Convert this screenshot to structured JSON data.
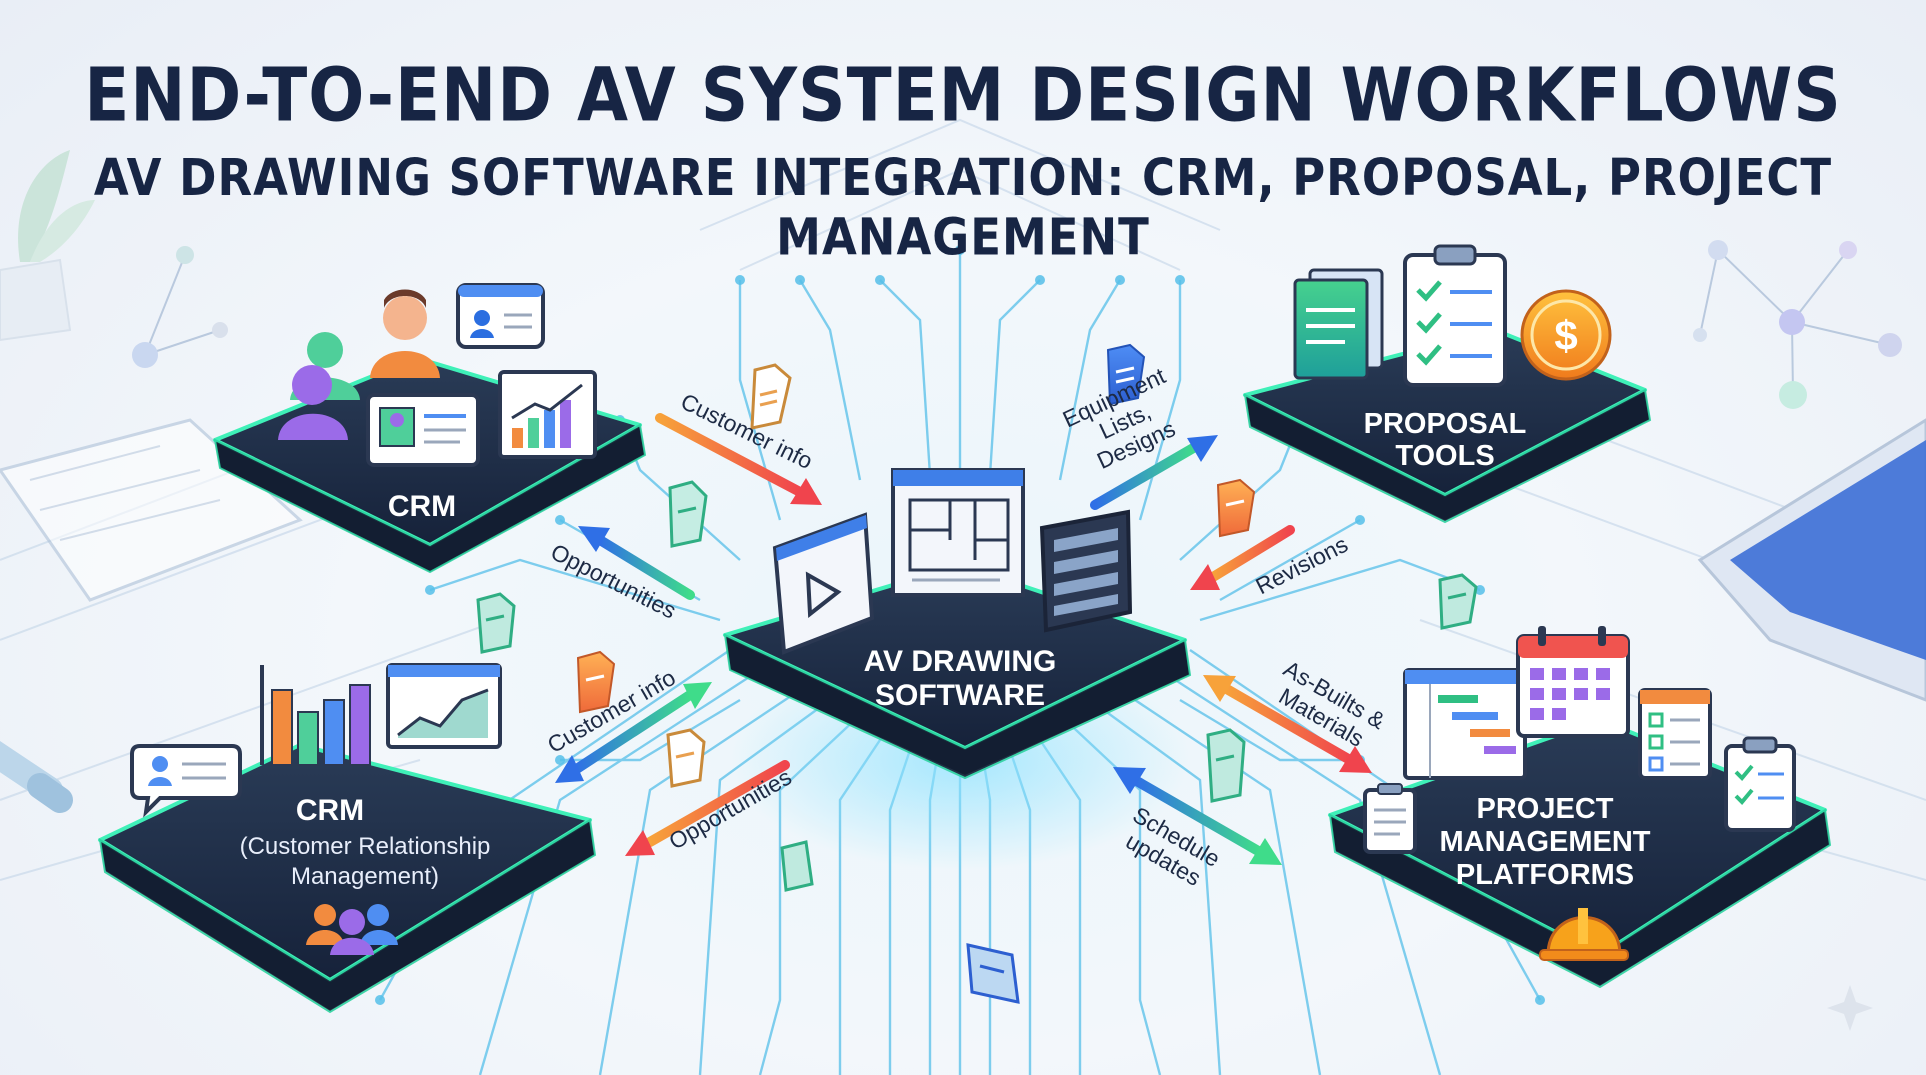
{
  "title": "END-TO-END AV SYSTEM DESIGN WORKFLOWS",
  "subtitle": "AV DRAWING SOFTWARE  INTEGRATION: CRM, PROPOSAL, PROJECT MANAGEMENT",
  "nodes": {
    "center": {
      "label_line1": "AV DRAWING",
      "label_line2": "SOFTWARE"
    },
    "crm_top": {
      "label": "CRM"
    },
    "crm_bottom": {
      "label": "CRM",
      "sub_line1": "(Customer Relationship",
      "sub_line2": "Management)"
    },
    "proposal": {
      "label_line1": "PROPOSAL",
      "label_line2": "TOOLS"
    },
    "project": {
      "label_line1": "PROJECT",
      "label_line2": "MANAGEMENT",
      "label_line3": "PLATFORMS"
    }
  },
  "flows": {
    "customer_info_top": "Customer info",
    "opportunities_top": "Opportunities",
    "equipment": "Equipment Lists, Designs",
    "revisions": "Revisions",
    "customer_info_bottom": "Customer info",
    "opportunities_bottom": "Opportunities",
    "as_builts": "As-Builts & Materials",
    "schedule": "Schedule updates"
  },
  "icons": {
    "currency": "$"
  },
  "colors": {
    "title": "#172544",
    "platform_top": "#1f2e45",
    "platform_glow": "#3ff0b8",
    "trace": "#4fb8e8",
    "arrow_warm_start": "#f7a23a",
    "arrow_warm_end": "#f0444d",
    "arrow_cool_start": "#2f6fe6",
    "arrow_cool_end": "#3fdc8a"
  }
}
